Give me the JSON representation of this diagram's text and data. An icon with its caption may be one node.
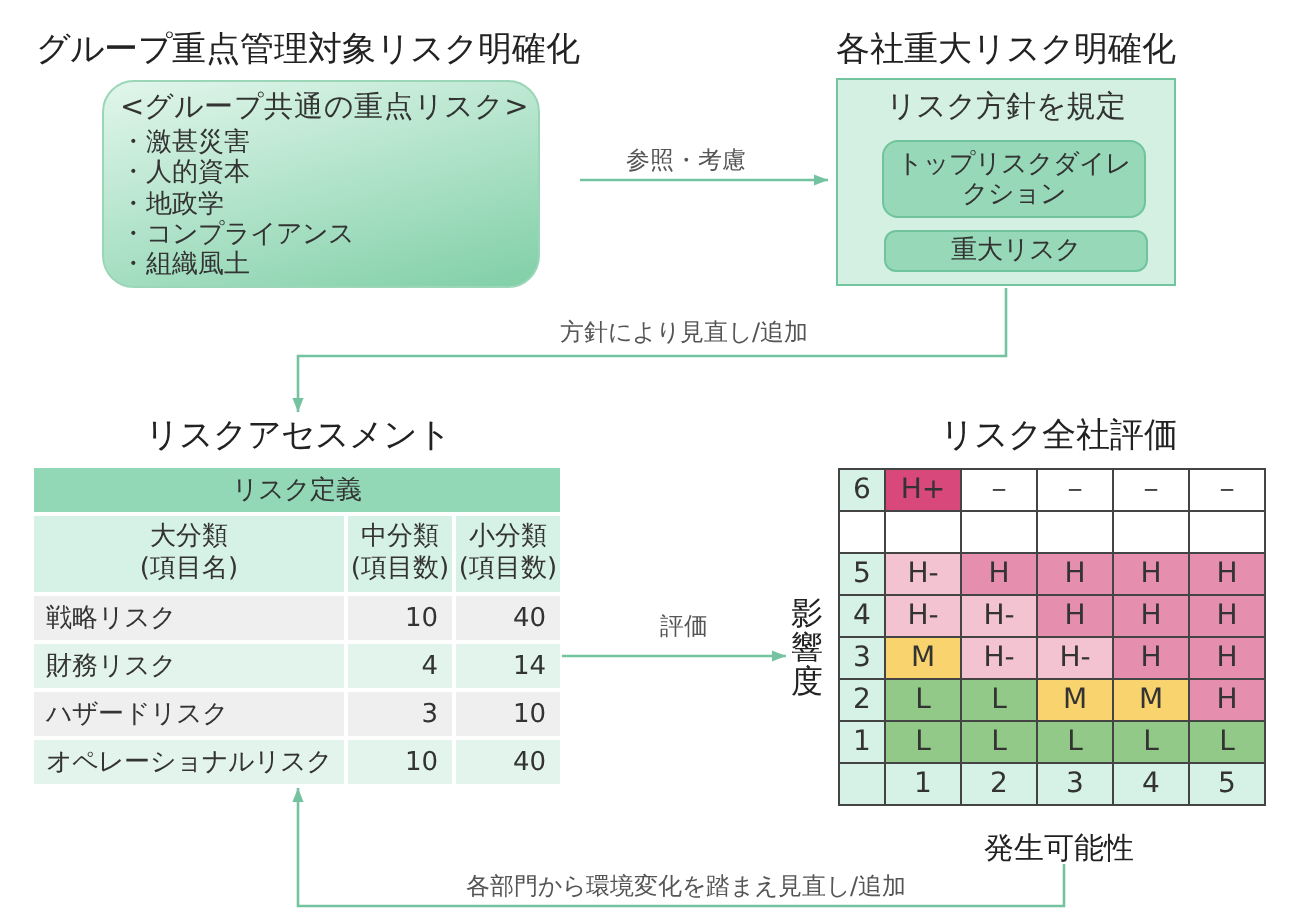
{
  "diagram": {
    "nodes": [
      {
        "text": [
          "グループ重点管理対象リスク明確化",
          "<グループ共通の重点リスク>",
          "・激甚災害",
          "・人的資本",
          "・地政学",
          "・コンプライアンス",
          "・組織風土"
        ]
      },
      {
        "text": [
          "各社重大リスク明確化",
          "リスク方針を規定"
        ]
      },
      {
        "text": [
          "トップリスクダイレクション"
        ],
        "in": 1
      },
      {
        "text": [
          "重大リスク"
        ],
        "in": 1
      },
      {
        "text": [
          "リスクアセスメント"
        ]
      },
      {
        "text": [
          "リスク全社評価"
        ],
        "beside": [
          "影響度",
          "発生可能性"
        ]
      }
    ],
    "edges": [
      {
        "from": 0,
        "to": 1,
        "arrow": "to",
        "label": "参照・考慮"
      },
      {
        "from": 1,
        "to": 4,
        "arrow": "to",
        "label": "方針により見直し/追加"
      },
      {
        "from": 4,
        "to": 5,
        "arrow": "to",
        "label": "評価"
      },
      {
        "from": 5,
        "to": 4,
        "arrow": "to",
        "label": "各部門から環境変化を踏まえ見直し/追加"
      }
    ],
    "labels": [
      "リスク定義",
      "大分類(項目名)",
      "中分類(項目数)",
      "小分類(項目数)",
      "戦略リスク",
      "10",
      "40",
      "財務リスク",
      "4",
      "14",
      "ハザードリスク",
      "3",
      "10",
      "オペレーショナルリスク",
      "10",
      "40",
      "6",
      "H+",
      "－",
      "－",
      "－",
      "－",
      "5",
      "H-",
      "H",
      "H",
      "H",
      "H",
      "4",
      "H-",
      "H-",
      "H",
      "H",
      "H",
      "3",
      "M",
      "H-",
      "H-",
      "H",
      "H",
      "2",
      "L",
      "L",
      "M",
      "M",
      "H",
      "1",
      "L",
      "L",
      "L",
      "L",
      "L",
      "1",
      "2",
      "3",
      "4",
      "5"
    ]
  }
}
